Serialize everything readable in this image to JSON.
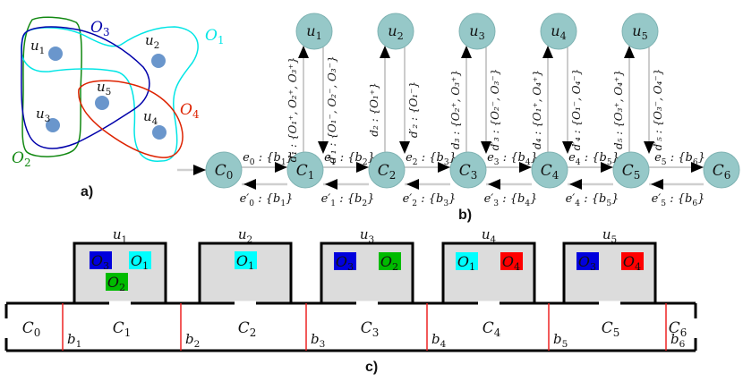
{
  "panels": {
    "a": {
      "label": "a)"
    },
    "b": {
      "label": "b)"
    },
    "c": {
      "label": "c)"
    }
  },
  "colors": {
    "O1": "#00ffff",
    "O2": "#00bb00",
    "O3": "#0000dd",
    "O4": "#ff0000",
    "node_fill": "#96c8c8",
    "boundary": "#ee2222",
    "room_fill": "#dcdcdc"
  },
  "venn": {
    "users": [
      {
        "id": "u1",
        "name": "u",
        "sub": "1"
      },
      {
        "id": "u2",
        "name": "u",
        "sub": "2"
      },
      {
        "id": "u3",
        "name": "u",
        "sub": "3"
      },
      {
        "id": "u4",
        "name": "u",
        "sub": "4"
      },
      {
        "id": "u5",
        "name": "u",
        "sub": "5"
      }
    ],
    "objects": [
      {
        "id": "O1",
        "name": "O",
        "sub": "1",
        "color": "#00e5e5"
      },
      {
        "id": "O2",
        "name": "O",
        "sub": "2",
        "color": "#118811"
      },
      {
        "id": "O3",
        "name": "O",
        "sub": "3",
        "color": "#0000aa"
      },
      {
        "id": "O4",
        "name": "O",
        "sub": "4",
        "color": "#dd2200"
      }
    ]
  },
  "graph": {
    "c_nodes": [
      {
        "id": "C0",
        "name": "C",
        "sub": "0"
      },
      {
        "id": "C1",
        "name": "C",
        "sub": "1"
      },
      {
        "id": "C2",
        "name": "C",
        "sub": "2"
      },
      {
        "id": "C3",
        "name": "C",
        "sub": "3"
      },
      {
        "id": "C4",
        "name": "C",
        "sub": "4"
      },
      {
        "id": "C5",
        "name": "C",
        "sub": "5"
      },
      {
        "id": "C6",
        "name": "C",
        "sub": "6"
      }
    ],
    "u_nodes": [
      {
        "id": "u1",
        "name": "u",
        "sub": "1"
      },
      {
        "id": "u2",
        "name": "u",
        "sub": "2"
      },
      {
        "id": "u3",
        "name": "u",
        "sub": "3"
      },
      {
        "id": "u4",
        "name": "u",
        "sub": "4"
      },
      {
        "id": "u5",
        "name": "u",
        "sub": "5"
      }
    ],
    "forward_edges": [
      {
        "name": "e",
        "sub": "0",
        "prime": false,
        "set": "{b",
        "set_sub": "1"
      },
      {
        "name": "e",
        "sub": "1",
        "prime": false,
        "set": "{b",
        "set_sub": "2"
      },
      {
        "name": "e",
        "sub": "2",
        "prime": false,
        "set": "{b",
        "set_sub": "3"
      },
      {
        "name": "e",
        "sub": "3",
        "prime": false,
        "set": "{b",
        "set_sub": "4"
      },
      {
        "name": "e",
        "sub": "4",
        "prime": false,
        "set": "{b",
        "set_sub": "5"
      },
      {
        "name": "e",
        "sub": "5",
        "prime": false,
        "set": "{b",
        "set_sub": "6"
      }
    ],
    "backward_edges": [
      {
        "name": "e′",
        "sub": "0",
        "set": "{b",
        "set_sub": "1"
      },
      {
        "name": "e′",
        "sub": "1",
        "set": "{b",
        "set_sub": "2"
      },
      {
        "name": "e′",
        "sub": "2",
        "set": "{b",
        "set_sub": "3"
      },
      {
        "name": "e′",
        "sub": "3",
        "set": "{b",
        "set_sub": "4"
      },
      {
        "name": "e′",
        "sub": "4",
        "set": "{b",
        "set_sub": "5"
      },
      {
        "name": "e′",
        "sub": "5",
        "set": "{b",
        "set_sub": "6"
      }
    ],
    "up_edges": [
      {
        "label": "d₁ : {O₁⁺, O₂⁺, O₃⁺}"
      },
      {
        "label": "d₂ : {O₁⁺}"
      },
      {
        "label": "d₃ : {O₂⁺, O₃⁺}"
      },
      {
        "label": "d₄ : {O₁⁺, O₄⁺}"
      },
      {
        "label": "d₅ : {O₃⁺, O₄⁺}"
      }
    ],
    "down_edges": [
      {
        "label": "d′₁ : {O₁⁻, O₂⁻, O₃⁻}"
      },
      {
        "label": "d′₂ : {O₁⁻}"
      },
      {
        "label": "d′₃ : {O₂⁻, O₃⁻}"
      },
      {
        "label": "d′₄ : {O₁⁻, O₄⁻}"
      },
      {
        "label": "d′₅ : {O₃⁻, O₄⁻}"
      }
    ]
  },
  "floorplan": {
    "corridors": [
      {
        "name": "C",
        "sub": "0"
      },
      {
        "name": "C",
        "sub": "1"
      },
      {
        "name": "C",
        "sub": "2"
      },
      {
        "name": "C",
        "sub": "3"
      },
      {
        "name": "C",
        "sub": "4"
      },
      {
        "name": "C",
        "sub": "5"
      },
      {
        "name": "C",
        "sub": "6"
      }
    ],
    "boundaries": [
      {
        "name": "b",
        "sub": "1"
      },
      {
        "name": "b",
        "sub": "2"
      },
      {
        "name": "b",
        "sub": "3"
      },
      {
        "name": "b",
        "sub": "4"
      },
      {
        "name": "b",
        "sub": "5"
      },
      {
        "name": "b",
        "sub": "6"
      }
    ],
    "rooms": [
      {
        "name": "u",
        "sub": "1",
        "objects": [
          "O3",
          "O1",
          "O2"
        ]
      },
      {
        "name": "u",
        "sub": "2",
        "objects": [
          "O1"
        ]
      },
      {
        "name": "u",
        "sub": "3",
        "objects": [
          "O3",
          "O2"
        ]
      },
      {
        "name": "u",
        "sub": "4",
        "objects": [
          "O1",
          "O4"
        ]
      },
      {
        "name": "u",
        "sub": "5",
        "objects": [
          "O3",
          "O4"
        ]
      }
    ]
  }
}
